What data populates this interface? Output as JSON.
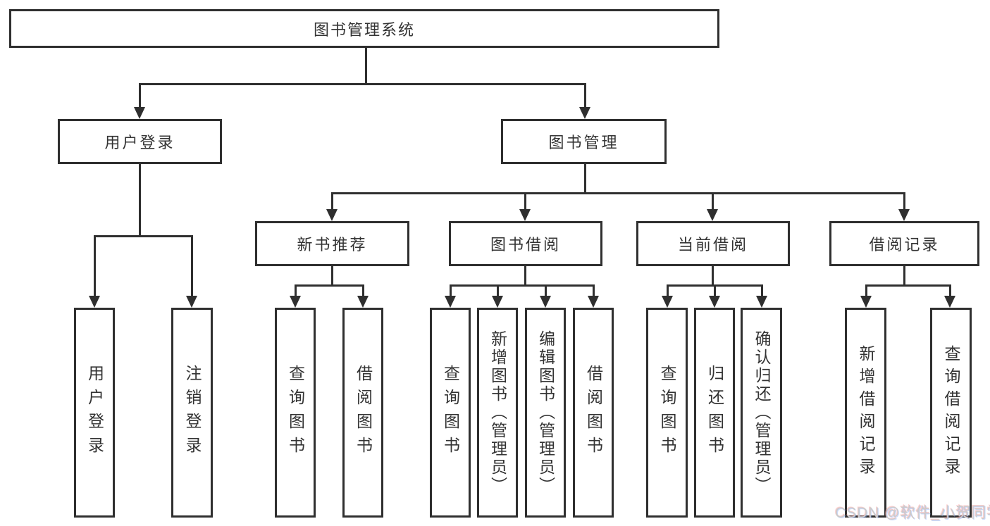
{
  "diagram": {
    "root": {
      "label": "图书管理系统"
    },
    "branches": [
      {
        "label": "用户登录"
      },
      {
        "label": "图书管理"
      }
    ],
    "sections": [
      {
        "label": "新书推荐"
      },
      {
        "label": "图书借阅"
      },
      {
        "label": "当前借阅"
      },
      {
        "label": "借阅记录"
      }
    ],
    "leaves": [
      {
        "label": "用户登录"
      },
      {
        "label": "注销登录"
      },
      {
        "label": "查询图书"
      },
      {
        "label": "借阅图书"
      },
      {
        "label": "查询图书"
      },
      {
        "label": "新增图书（管理员）"
      },
      {
        "label": "编辑图书（管理员）"
      },
      {
        "label": "借阅图书"
      },
      {
        "label": "查询图书"
      },
      {
        "label": "归还图书"
      },
      {
        "label": "确认归还（管理员）"
      },
      {
        "label": "新增借阅记录"
      },
      {
        "label": "查询借阅记录"
      }
    ]
  },
  "watermark": {
    "text": "CSDN @软件_小贺同学"
  },
  "colors": {
    "line": "#2f2f2f",
    "box_border": "#2f2f2f",
    "text": "#333333",
    "background": "#ffffff",
    "watermark": "#cbcbcb"
  }
}
